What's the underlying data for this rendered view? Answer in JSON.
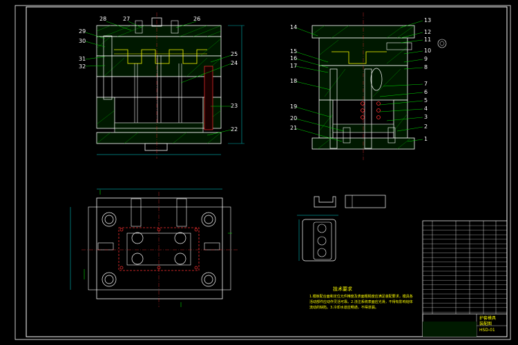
{
  "front_view_labels": [
    "28",
    "27",
    "26",
    "29",
    "30",
    "31",
    "32",
    "25",
    "24",
    "23",
    "22"
  ],
  "side_view_labels": [
    "14",
    "13",
    "12",
    "11",
    "10",
    "9",
    "8",
    "15",
    "16",
    "17",
    "18",
    "7",
    "6",
    "5",
    "4",
    "3",
    "2",
    "1",
    "19",
    "20",
    "21"
  ],
  "technical_requirements": {
    "title": "技术要求",
    "notes": "1.模板配合面和定位元件精度及表面粗糙度应满足装配要求，模具各活动部件应动作灵活可靠。2.浇注系统表面应光滑，不得有影响熔体流动的缺陷。3.冷却水道应畅通，不得渗漏。"
  },
  "title_block": {
    "title_line1": "护套模具",
    "title_line2": "装配图",
    "drawing_no": "HSD-01"
  },
  "colors": {
    "background": "#000000",
    "frame": "#ffffff",
    "outline": "#ffffff",
    "hatch": "#00c000",
    "centerline": "#ff3030",
    "dimension": "#00e0e0",
    "text": "#ffff00",
    "leader": "#00e000"
  }
}
